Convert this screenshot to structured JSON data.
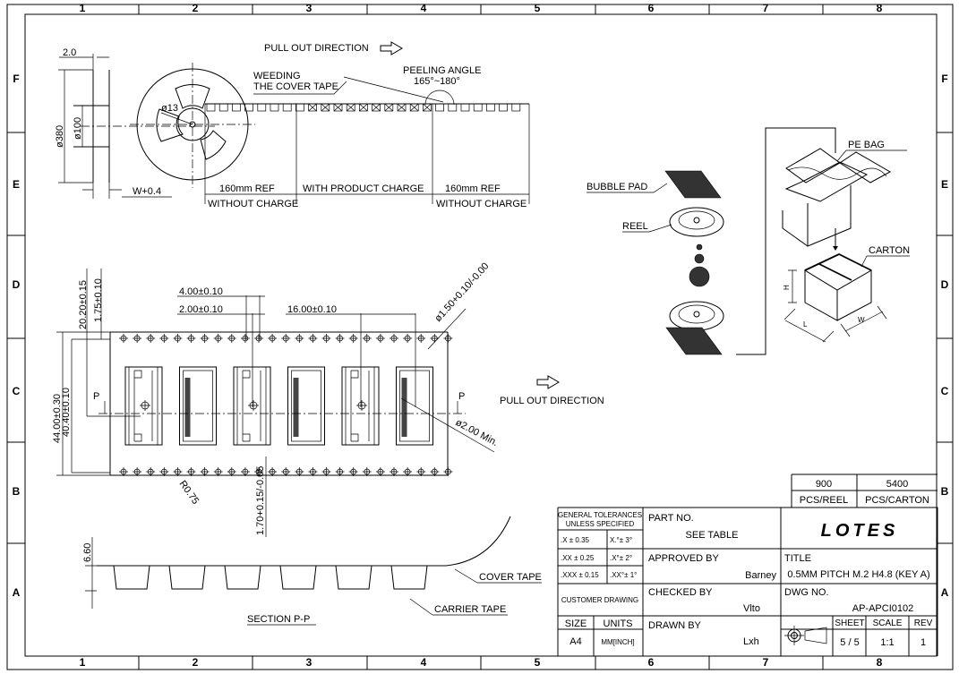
{
  "frame": {
    "columns": [
      "1",
      "2",
      "3",
      "4",
      "5",
      "6",
      "7",
      "8"
    ],
    "rows": [
      "F",
      "E",
      "D",
      "C",
      "B",
      "A"
    ]
  },
  "reel_view": {
    "pull_out_direction": "PULL OUT DIRECTION",
    "weeding_line1": "WEEDING",
    "weeding_line2": "THE COVER TAPE",
    "peeling_angle": "PEELING ANGLE",
    "peeling_angle_value": "165°~180°",
    "flange_thickness": "2.0",
    "reel_diameter": "ø380",
    "hub_diameter": "ø100",
    "arbor_hole": "ø13",
    "width_dim": "W+0.4",
    "leader_ref": "160mm REF",
    "leader_note": "WITHOUT CHARGE",
    "product_charge": "WITH PRODUCT CHARGE",
    "trailer_ref": "160mm REF",
    "trailer_note": "WITHOUT CHARGE"
  },
  "tape_view": {
    "dim_20_20": "20.20±0.15",
    "dim_1_75": "1.75±0.10",
    "dim_4_00": "4.00±0.10",
    "dim_2_00": "2.00±0.10",
    "dim_16_00": "16.00±0.10",
    "dim_hole": "ø1.50+0.10/-0.00",
    "dim_44_00": "44.00±0.30",
    "dim_40_40": "40.40±0.10",
    "section_mark_left": "P",
    "section_mark_right": "P",
    "dim_pocket_hole": "ø2.00 Min.",
    "radius": "R0.75",
    "dim_1_70": "1.70+0.15/-0.05",
    "pull_out_direction": "PULL OUT DIRECTION"
  },
  "section_view": {
    "height": "6.60",
    "cover_tape": "COVER TAPE",
    "carrier_tape": "CARRIER TAPE",
    "title": "SECTION P-P"
  },
  "packaging": {
    "bubble_pad": "BUBBLE PAD",
    "reel": "REEL",
    "pe_bag": "PE BAG",
    "carton": "CARTON",
    "dim_h": "H",
    "dim_l": "L",
    "dim_w": "W"
  },
  "quantity_table": {
    "per_reel_value": "900",
    "per_carton_value": "5400",
    "per_reel_label": "PCS/REEL",
    "per_carton_label": "PCS/CARTON"
  },
  "title_block": {
    "tolerances_line1": "GENERAL TOLERANCES",
    "tolerances_line2": "UNLESS SPECIFIED",
    "tol_x": ".X ±    0.35",
    "tol_xx": ".XX ±   0.25",
    "tol_xxx": ".XXX ± 0.15",
    "ang_x1": "X.°±   3°",
    "ang_x2": ".X°±   2°",
    "ang_x3": ".XX°± 1°",
    "customer_drawing": "CUSTOMER DRAWING",
    "size_label": "SIZE",
    "size_value": "A4",
    "units_label": "UNITS",
    "units_value": "MM[INCH]",
    "part_no_label": "PART NO.",
    "part_no_value": "SEE TABLE",
    "approved_label": "APPROVED BY",
    "approved_value": "Barney",
    "checked_label": "CHECKED BY",
    "checked_value": "Vlto",
    "drawn_label": "DRAWN BY",
    "drawn_value": "Lxh",
    "logo": "LOTES",
    "title_label": "TITLE",
    "title_value": "0.5MM PITCH M.2 H4.8 (KEY A)",
    "dwg_label": "DWG NO.",
    "dwg_value": "AP-APCI0102",
    "sheet_label": "SHEET",
    "sheet_value": "5 / 5",
    "scale_label": "SCALE",
    "scale_value": "1:1",
    "rev_label": "REV",
    "rev_value": "1"
  }
}
